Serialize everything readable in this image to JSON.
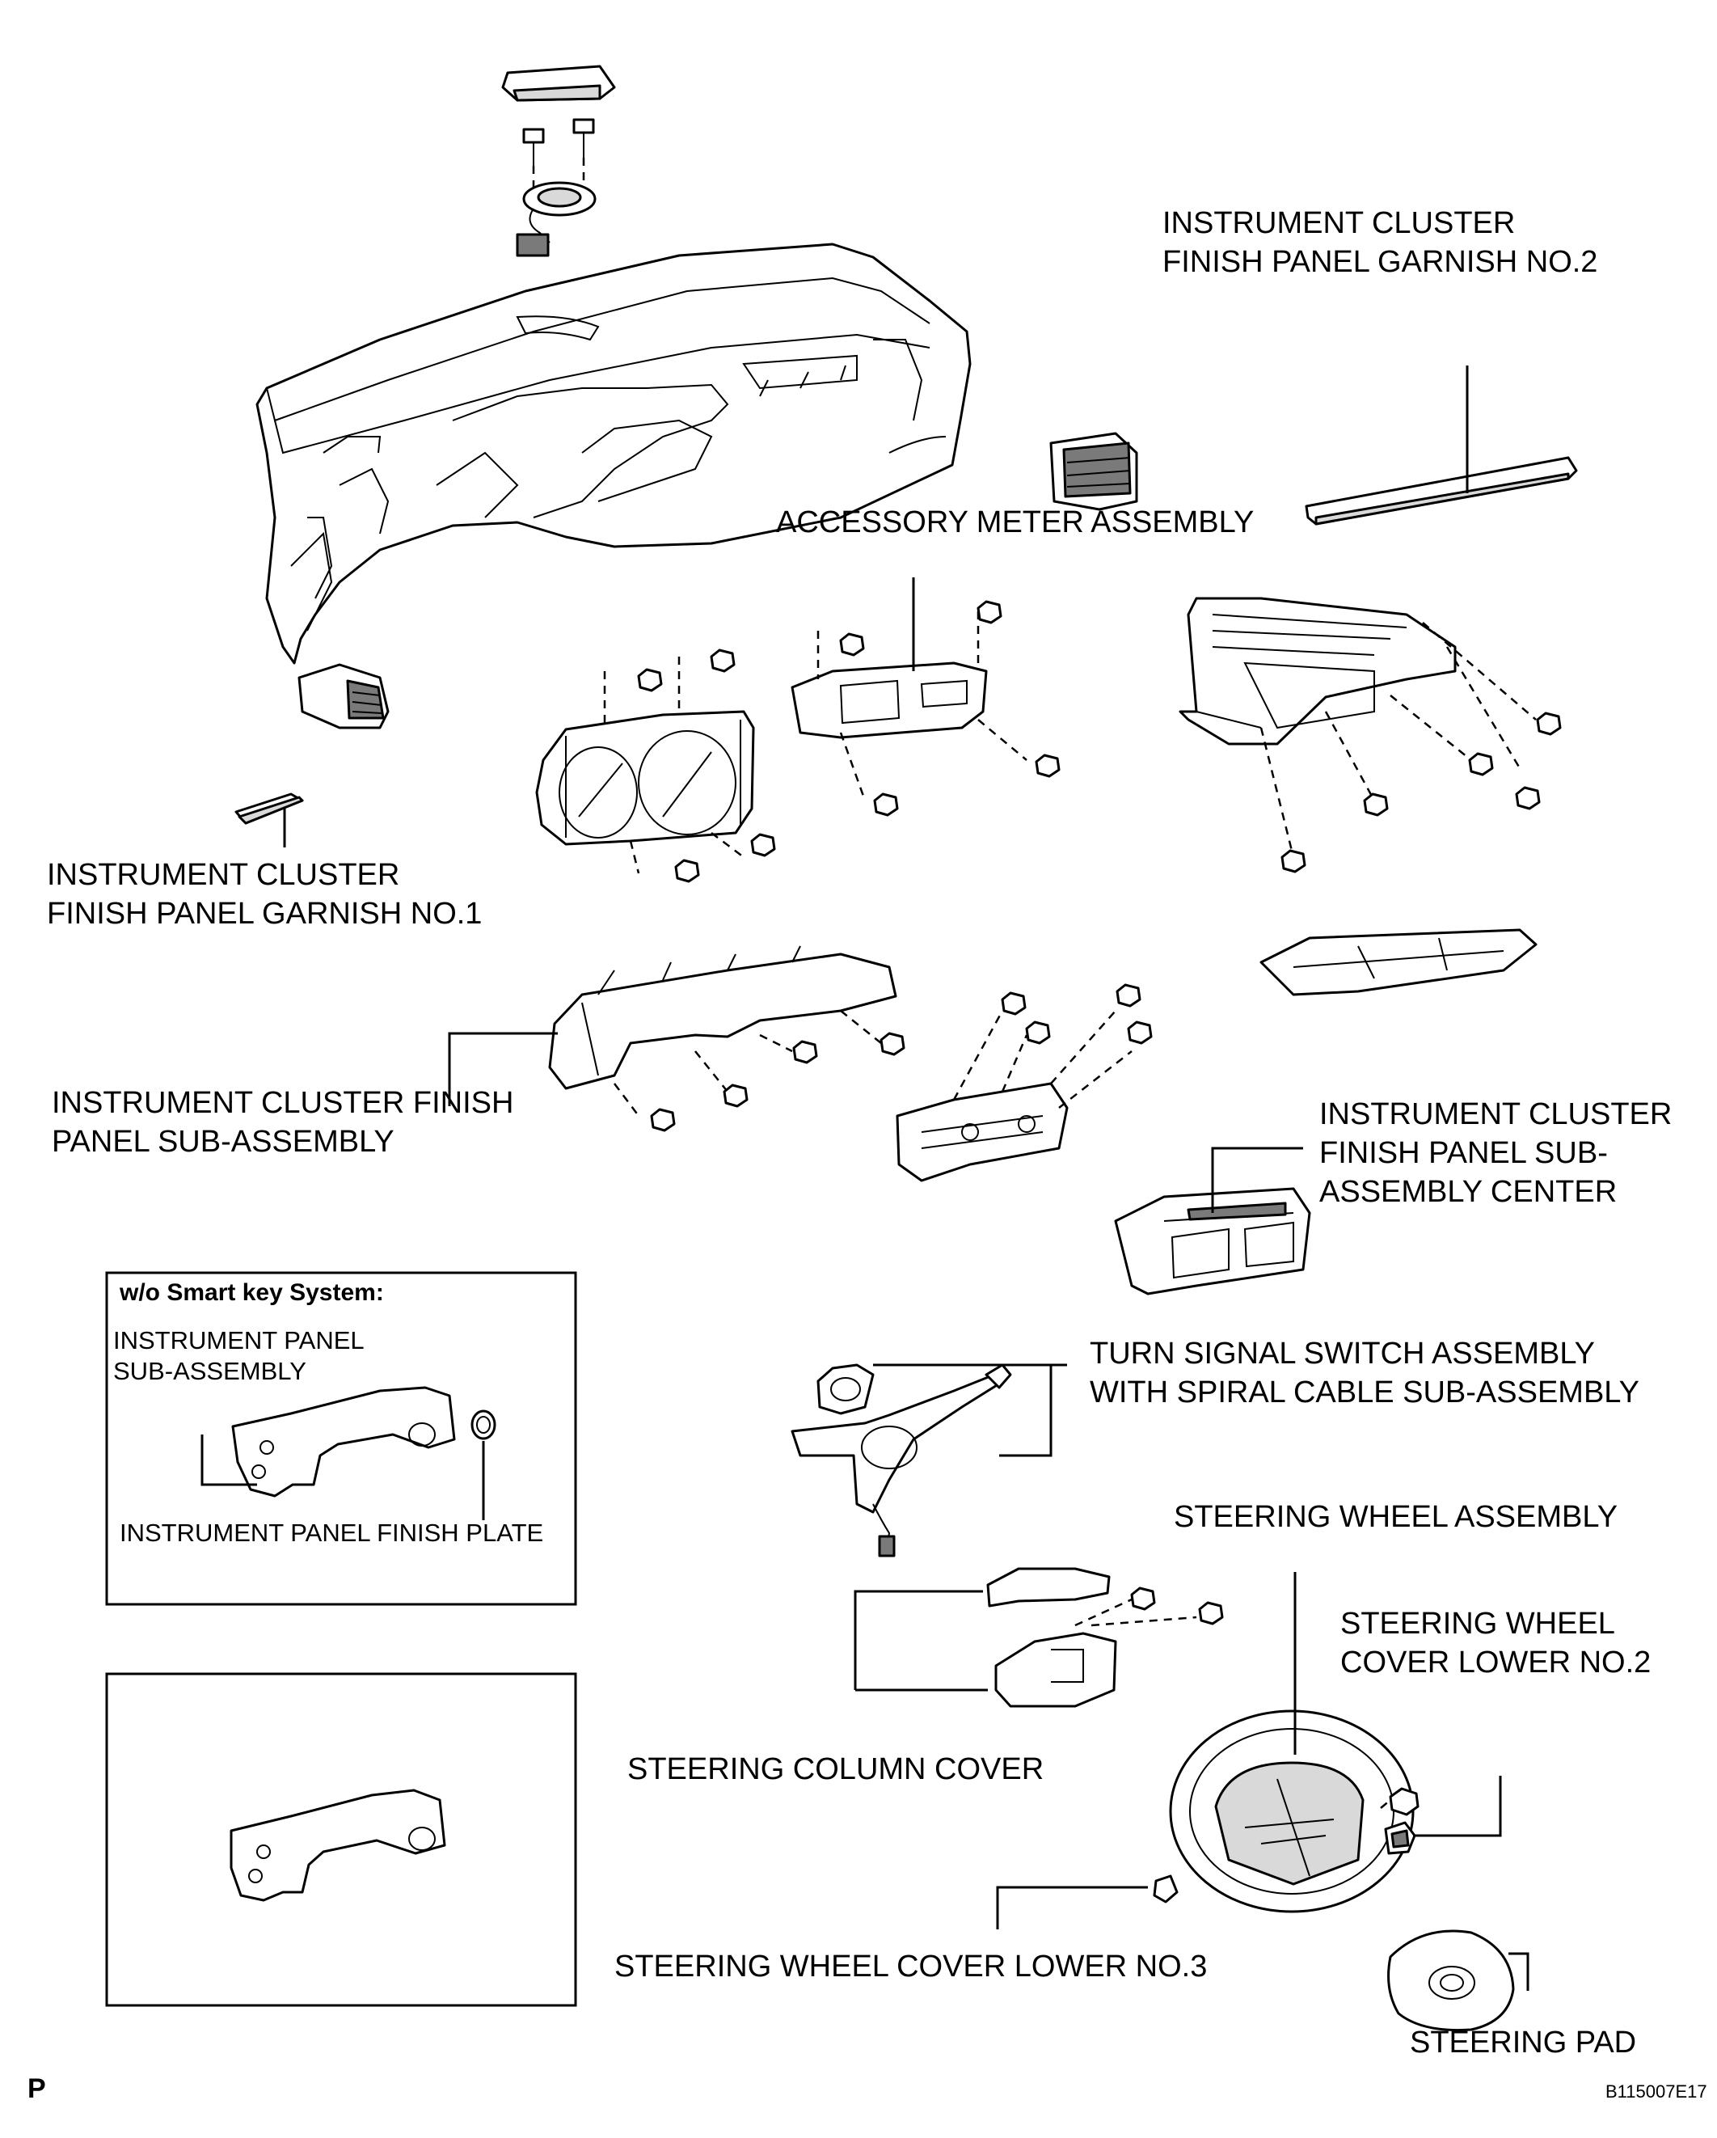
{
  "labels": {
    "garnish_no2": [
      "INSTRUMENT CLUSTER",
      "FINISH PANEL GARNISH NO.2"
    ],
    "accessory_meter": "ACCESSORY METER ASSEMBLY",
    "garnish_no1": [
      "INSTRUMENT CLUSTER",
      "FINISH PANEL GARNISH NO.1"
    ],
    "cluster_finish_panel": [
      "INSTRUMENT CLUSTER FINISH",
      "PANEL SUB-ASSEMBLY"
    ],
    "cluster_finish_center": [
      "INSTRUMENT CLUSTER",
      "FINISH PANEL SUB-",
      "ASSEMBLY CENTER"
    ],
    "turn_signal": [
      "TURN SIGNAL SWITCH ASSEMBLY",
      "WITH SPIRAL CABLE SUB-ASSEMBLY"
    ],
    "steering_wheel_assembly": "STEERING WHEEL ASSEMBLY",
    "cover_lower_no2": [
      "STEERING WHEEL",
      "COVER LOWER NO.2"
    ],
    "column_cover": "STEERING COLUMN COVER",
    "cover_lower_no3": "STEERING WHEEL COVER LOWER NO.3",
    "steering_pad": "STEERING PAD"
  },
  "inset": {
    "title": "w/o Smart key System:",
    "panel_label": [
      "INSTRUMENT PANEL",
      "SUB-ASSEMBLY"
    ],
    "finish_plate_label": "INSTRUMENT PANEL FINISH PLATE"
  },
  "page_letter": "P",
  "figure_code": "B115007E17"
}
